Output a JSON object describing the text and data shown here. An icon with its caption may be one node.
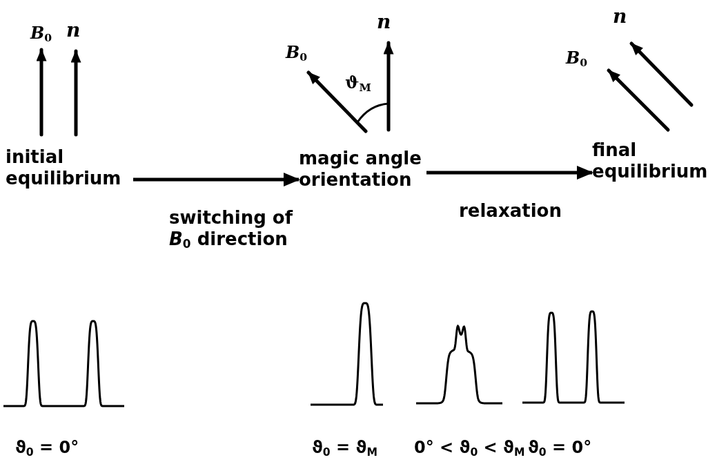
{
  "diagram": {
    "nodes": [
      {
        "text": [
          "initial equilibrium"
        ]
      },
      {
        "text": [
          "magic angle orientation"
        ]
      },
      {
        "text": [
          "final equilibrium"
        ]
      }
    ],
    "edges": [
      {
        "from": 0,
        "to": 1,
        "arrow": "to",
        "label": "switching of *B*$_{0}$ direction"
      },
      {
        "from": 1,
        "to": 2,
        "arrow": "to",
        "label": "relaxation"
      }
    ],
    "labels": [
      "*B*$_{0}$",
      "n",
      "n",
      "*B*$_{0}$",
      "ϑ$_{M}$",
      "n",
      "*B*$_{0}$",
      "ϑ$_{0}$ = 0°",
      "ϑ$_{0}$ = ϑ$_{M}$",
      "0° < ϑ$_{0}$ < ϑ$_{M}$",
      "ϑ$_{0}$ = 0°"
    ]
  }
}
